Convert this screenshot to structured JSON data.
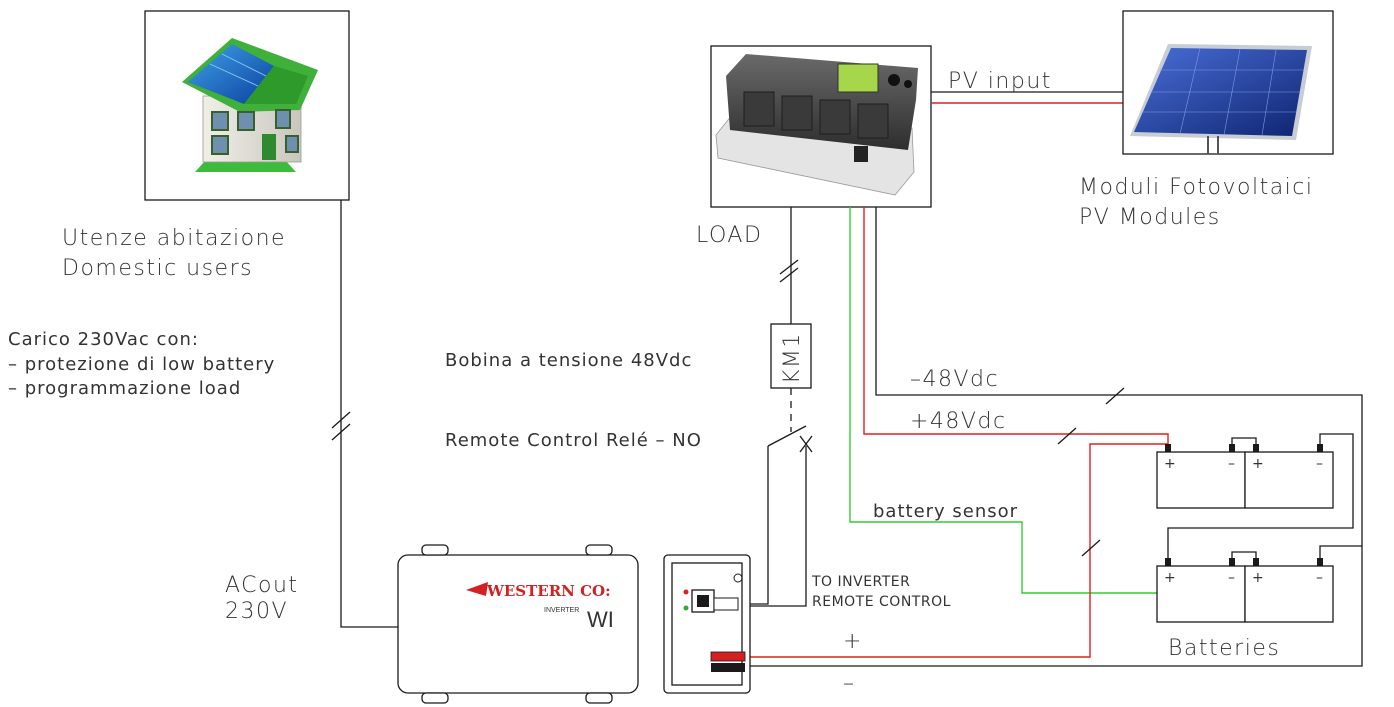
{
  "labels": {
    "house_it": "Utenze abitazione",
    "house_en": "Domestic users",
    "load_title": "Carico 230Vac con:",
    "load_item1": "– protezione di low battery",
    "load_item2": "– programmazione load",
    "acout_1": "ACout",
    "acout_2": "230V",
    "load": "LOAD",
    "coil": "Bobina a tensione 48Vdc",
    "relay": "Remote Control Relé – NO",
    "km1": "KM1",
    "pv_input": "PV input",
    "pv_it": "Moduli Fotovoltaici",
    "pv_en": "PV Modules",
    "neg48": "–48Vdc",
    "pos48": "+48Vdc",
    "battery_sensor": "battery sensor",
    "to_inverter_1": "TO INVERTER",
    "to_inverter_2": "REMOTE CONTROL",
    "plus": "+",
    "minus": "–",
    "batteries": "Batteries",
    "batt_plus": "+",
    "batt_minus": "–",
    "inverter_brand": "WESTERN CO:",
    "inverter_word": "INVERTER",
    "inverter_model": "WI"
  },
  "colors": {
    "positive_wire": "#e02020",
    "sensor_wire": "#33cc33",
    "neutral_wire": "#1a1a1a",
    "brand_red": "#d42020"
  },
  "icons": [
    "house-icon",
    "charge-controller-icon",
    "solar-panel-icon",
    "inverter-icon",
    "battery-icon",
    "relay-switch-icon"
  ]
}
